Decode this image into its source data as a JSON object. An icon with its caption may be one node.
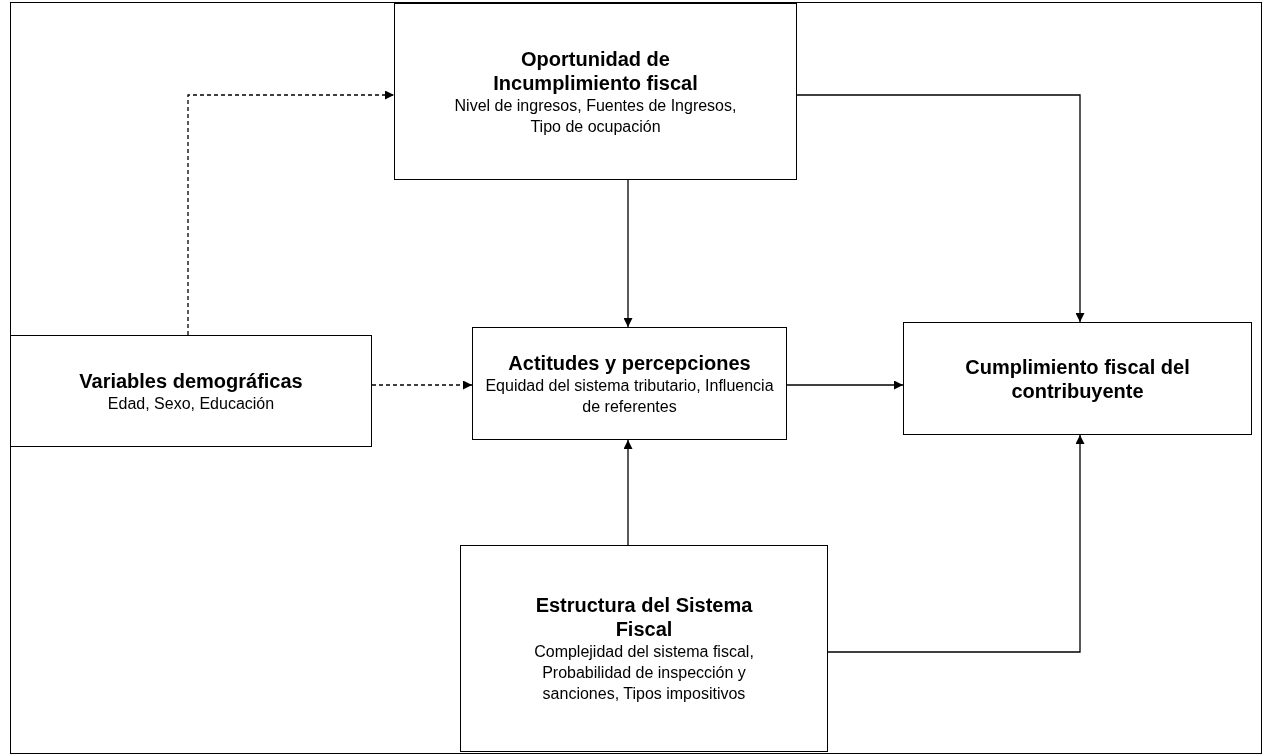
{
  "diagram": {
    "nodes": [
      {
        "text": [
          "Oportunidad de Incumplimiento fiscal",
          "Nivel de ingresos, Fuentes de Ingresos, Tipo de ocupación"
        ]
      },
      {
        "text": [
          "Variables demográficas",
          "Edad, Sexo, Educación"
        ]
      },
      {
        "text": [
          "Actitudes y percepciones",
          "Equidad del sistema tributario, Influencia de referentes"
        ]
      },
      {
        "text": [
          "Cumplimiento fiscal del contribuyente"
        ]
      },
      {
        "text": [
          "Estructura del Sistema Fiscal",
          "Complejidad del sistema fiscal, Probabilidad de inspección y sanciones, Tipos impositivos"
        ]
      }
    ],
    "edges": [
      {
        "from": 1,
        "to": 0,
        "arrow": "to",
        "style": "dashed"
      },
      {
        "from": 1,
        "to": 2,
        "arrow": "to",
        "style": "dashed"
      },
      {
        "from": 0,
        "to": 2,
        "arrow": "to"
      },
      {
        "from": 0,
        "to": 3,
        "arrow": "to"
      },
      {
        "from": 2,
        "to": 3,
        "arrow": "to"
      },
      {
        "from": 4,
        "to": 2,
        "arrow": "to"
      },
      {
        "from": 4,
        "to": 3,
        "arrow": "to"
      }
    ]
  }
}
